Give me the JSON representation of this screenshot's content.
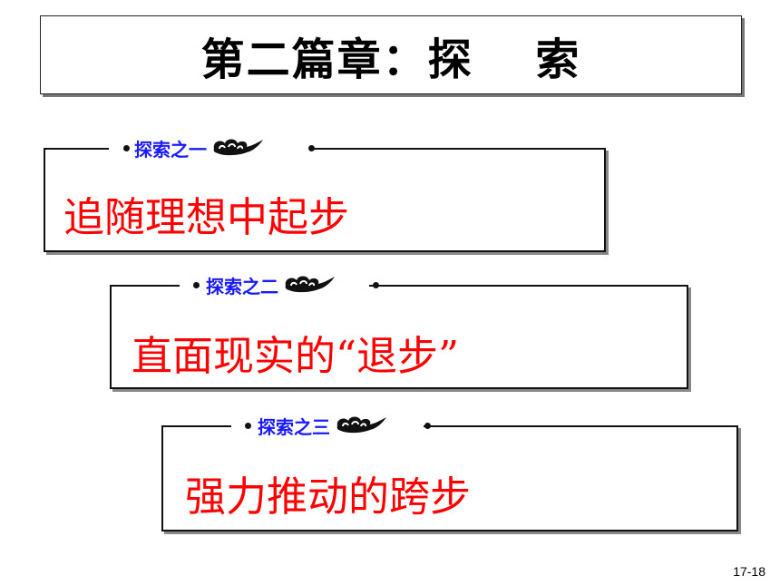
{
  "title": "第二篇章：探　 索",
  "sections": [
    {
      "label": "探索之一",
      "text": "追随理想中起步"
    },
    {
      "label": "探索之二",
      "text": "直面现实的“退步”"
    },
    {
      "label": "探索之三",
      "text": "强力推动的跨步"
    }
  ],
  "colors": {
    "label": "#1a1aff",
    "body": "#ff0000",
    "border": "#111111"
  },
  "header_icon": "cloud-icon",
  "page_number": "17-18"
}
